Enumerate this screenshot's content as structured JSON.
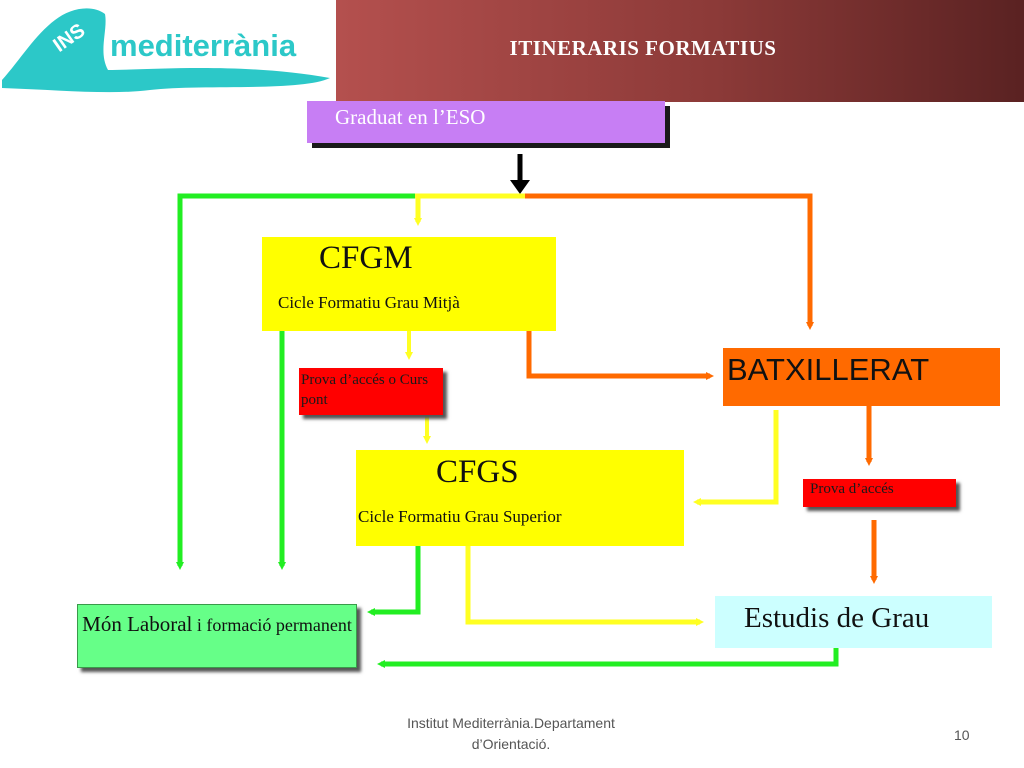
{
  "header": {
    "logo_text": "mediterrània",
    "logo_badge": "INS",
    "title": "ITINERARIS FORMATIUS"
  },
  "colors": {
    "title_bar": "#8c3a38",
    "green_path": "#22ee22",
    "yellow_path": "#ffff22",
    "orange_path": "#ff6a00",
    "black_arrow": "#000000",
    "logo_teal": "#2cc8c8"
  },
  "nodes": {
    "eso": "Graduat en l’ESO",
    "cfgm": {
      "title": "CFGM",
      "subtitle": "Cicle Formatiu Grau Mitjà"
    },
    "prova_cfgs": "Prova d’accés o Curs pont",
    "batxillerat": "BATXILLERAT",
    "cfgs": {
      "title": "CFGS",
      "subtitle": "Cicle Formatiu Grau Superior"
    },
    "prova_grau": "Prova d’accés",
    "mon_laboral": {
      "main": "Món Laboral",
      "rest": " i formació permanent"
    },
    "estudis_grau": "Estudis de Grau"
  },
  "footer": {
    "institution": "Institut Mediterrània.Departament d’Orientació.",
    "page_number": "10"
  }
}
